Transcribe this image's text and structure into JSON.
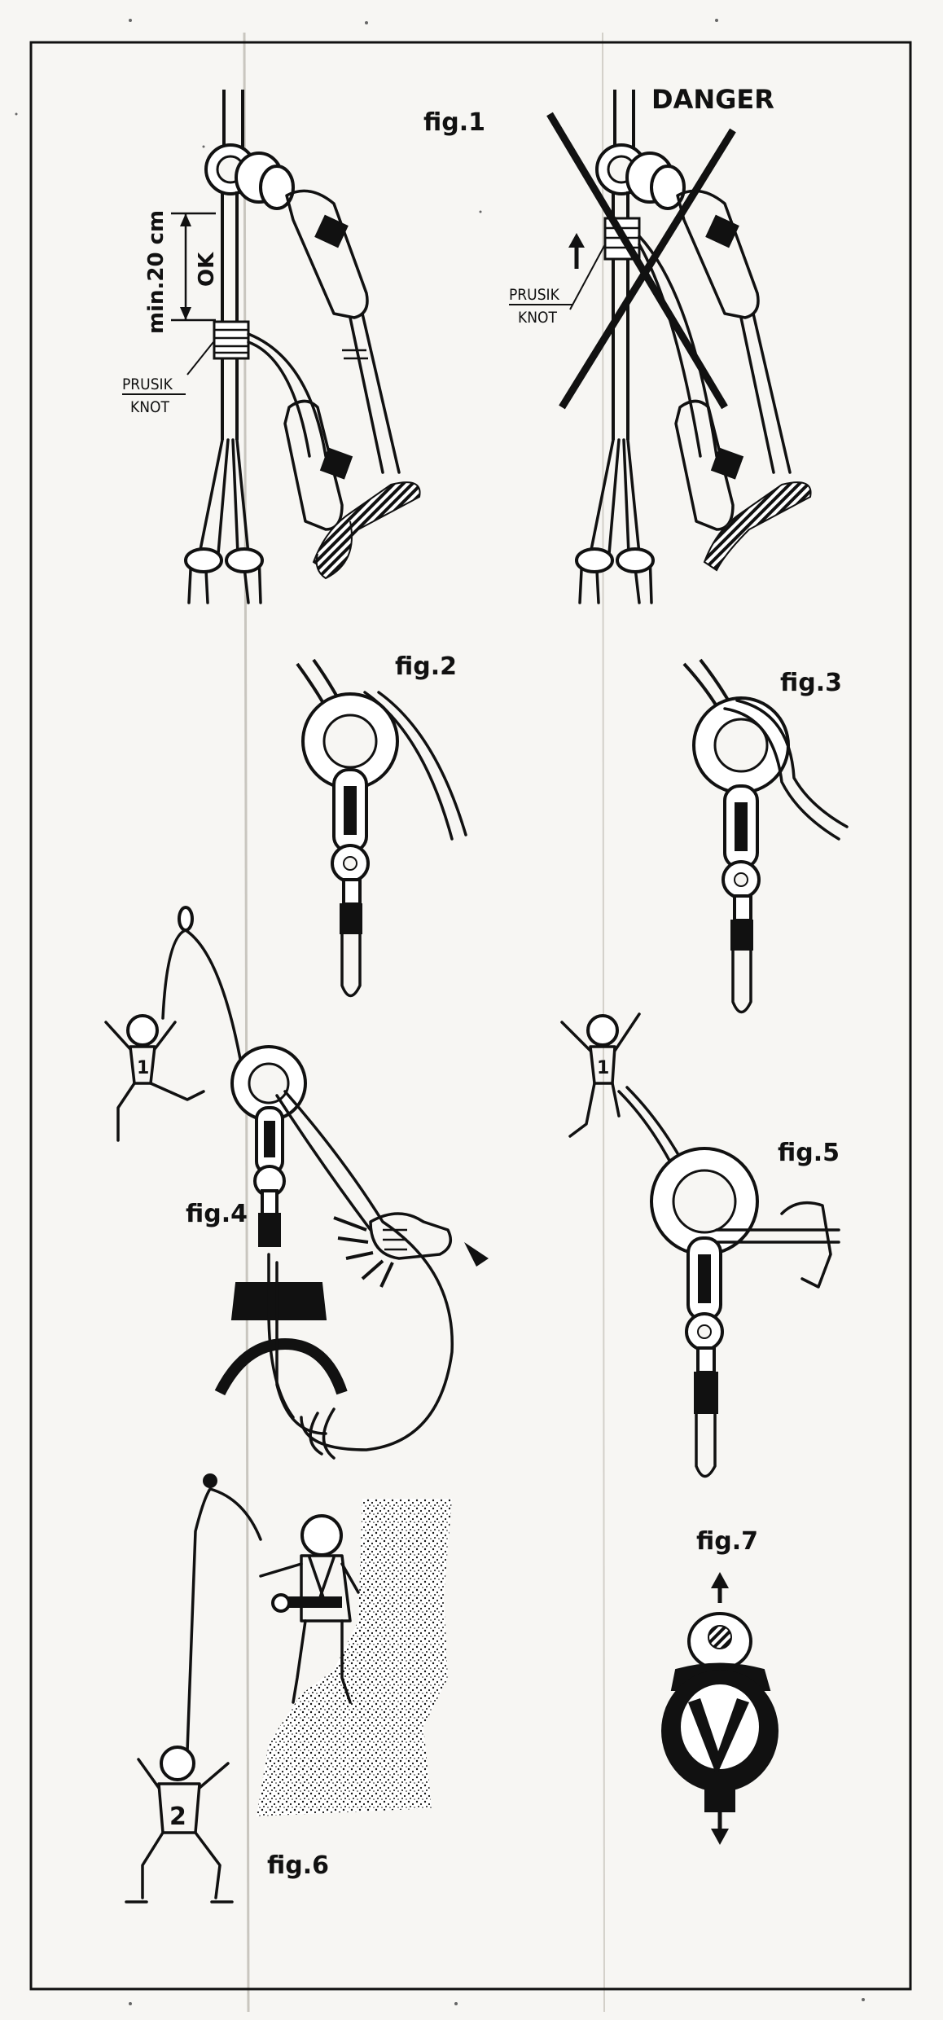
{
  "figures": {
    "fig1": {
      "caption": "fig.1",
      "measure_label": "min.20 cm",
      "ok_label": "OK",
      "knot_label_line1": "PRUSIK",
      "knot_label_line2": "KNOT"
    },
    "fig1_danger": {
      "warning_label": "DANGER",
      "knot_label_line1": "PRUSIK",
      "knot_label_line2": "KNOT"
    },
    "fig2": {
      "caption": "fig.2"
    },
    "fig3": {
      "caption": "fig.3"
    },
    "fig4": {
      "caption": "fig.4",
      "climber_number": "1"
    },
    "fig5": {
      "caption": "fig.5",
      "climber_number": "1"
    },
    "fig6": {
      "caption": "fig.6",
      "climber_number": "2"
    },
    "fig7": {
      "caption": "fig.7"
    }
  },
  "colors": {
    "ink": "#111111",
    "paper": "#f7f6f3",
    "fold_line": "#c9c6bf"
  }
}
